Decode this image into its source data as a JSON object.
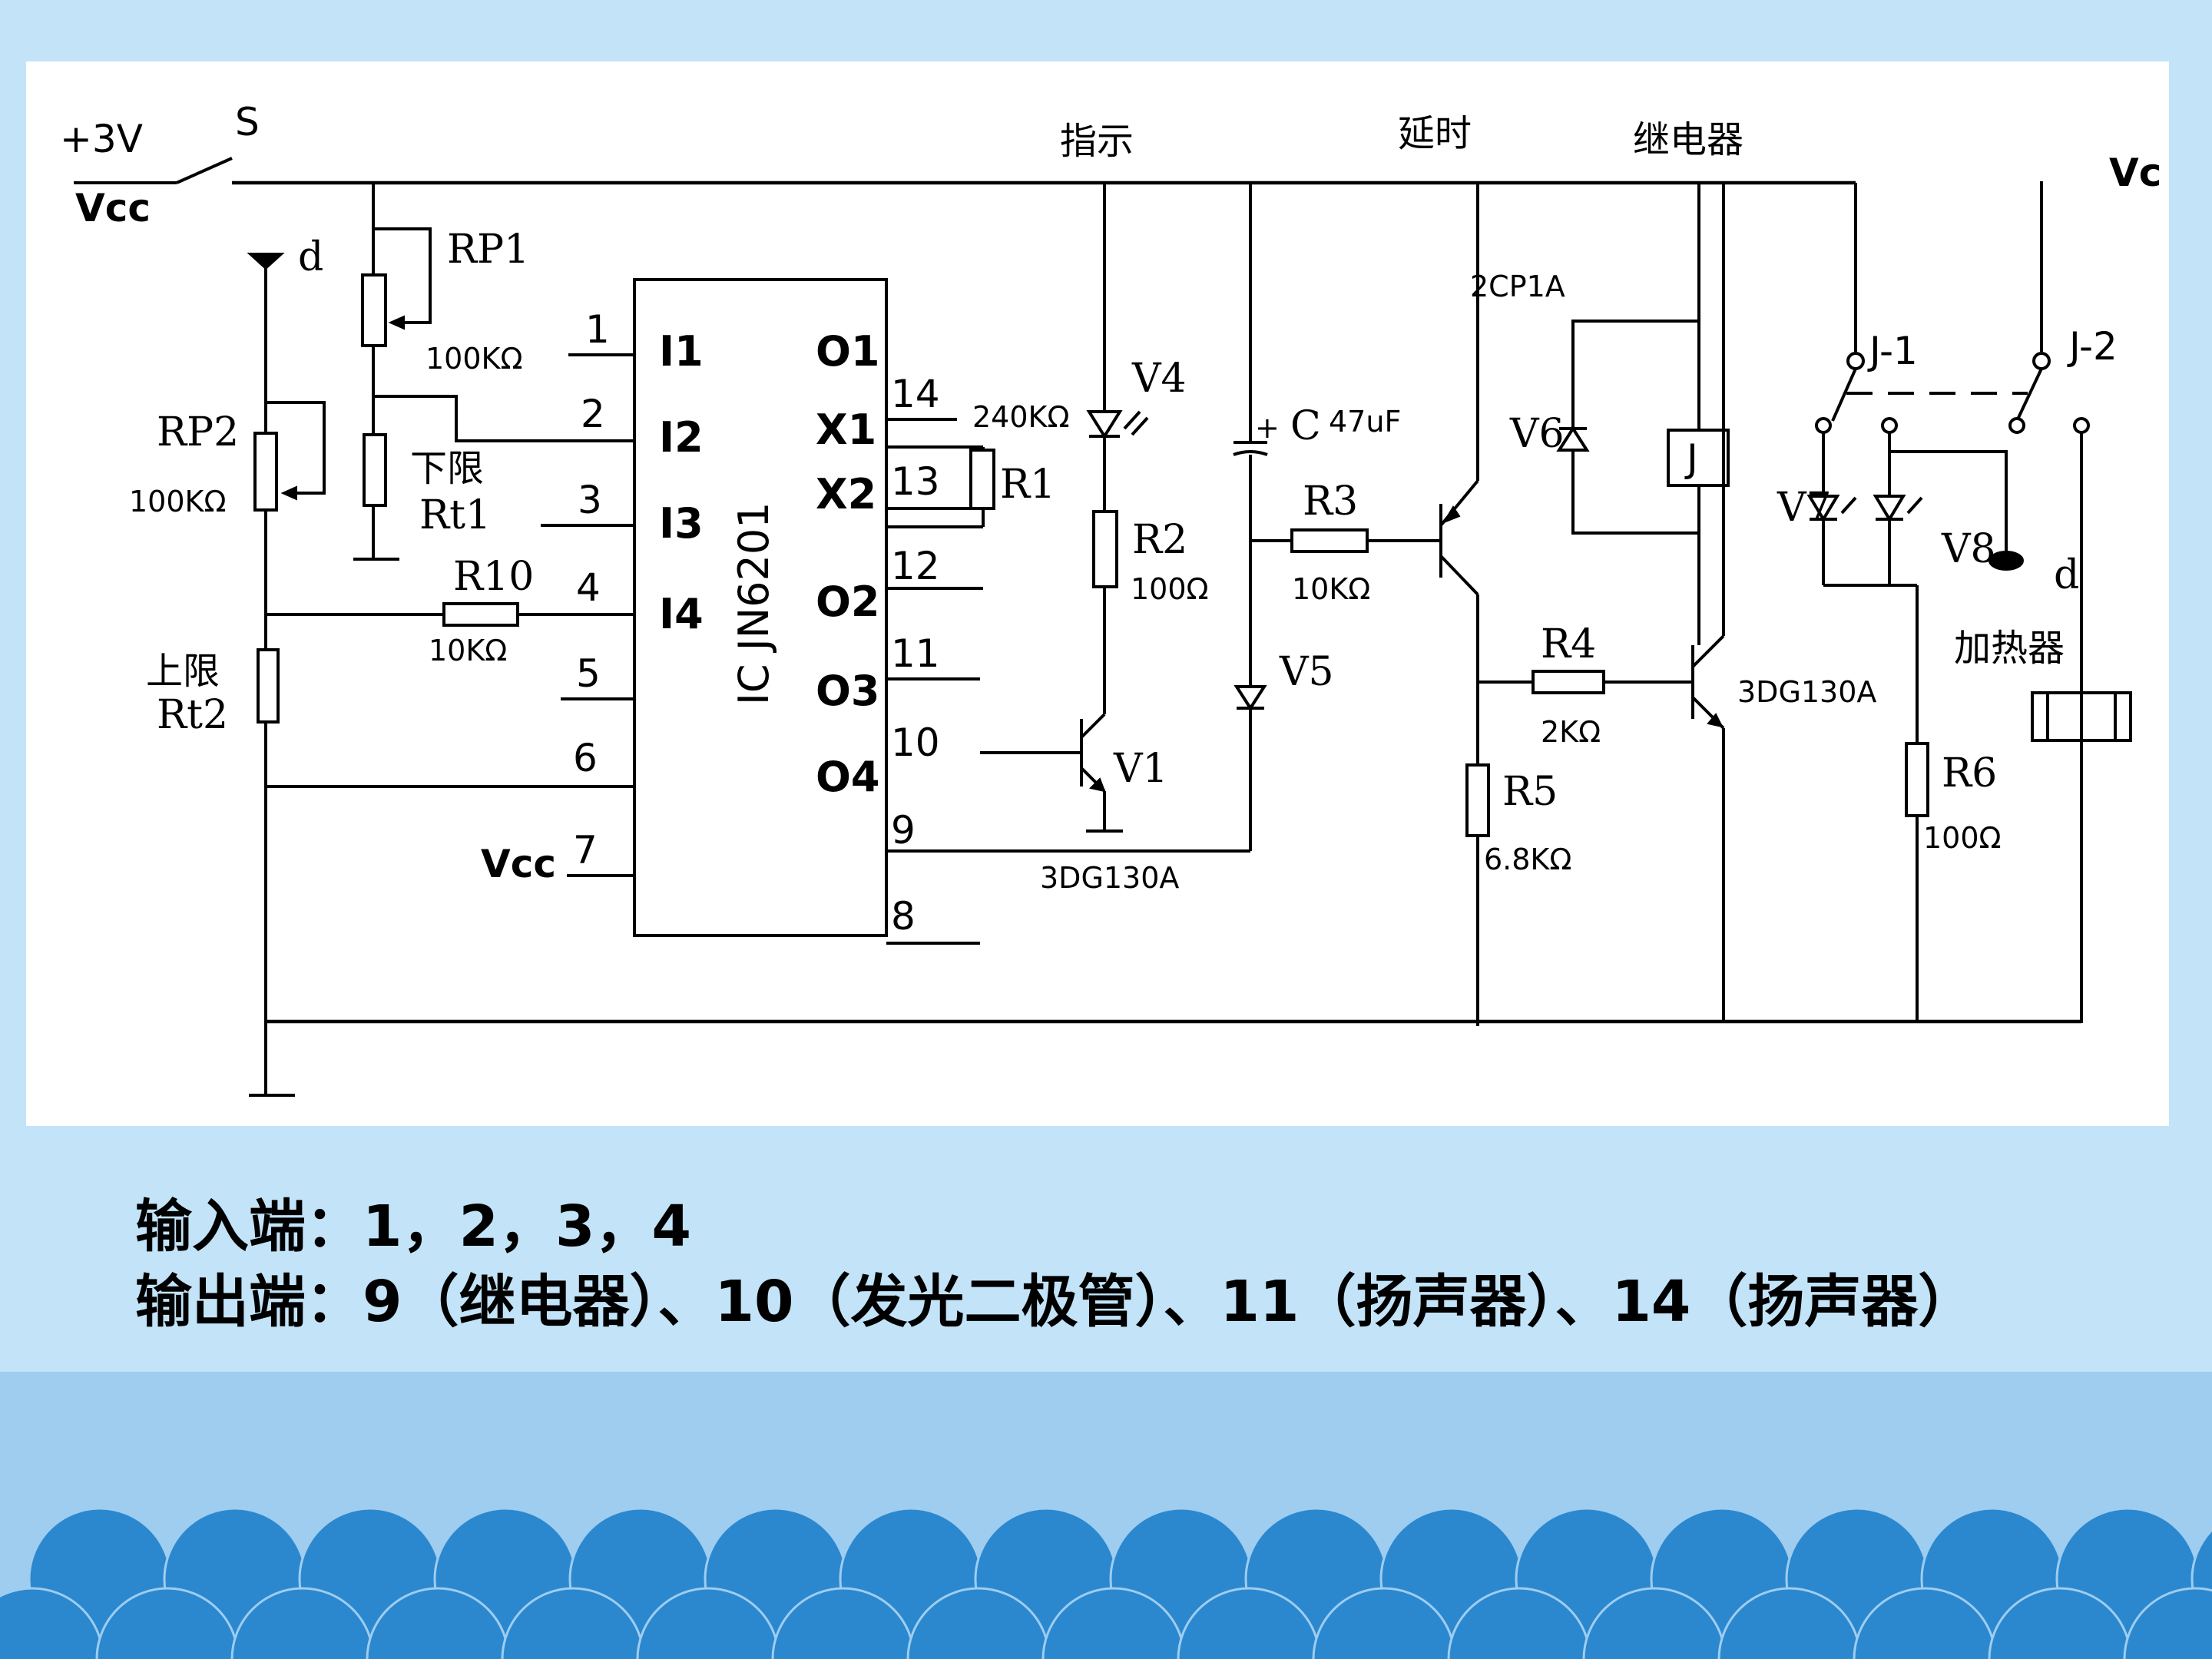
{
  "circuit": {
    "supply": {
      "plus3v": "+3V",
      "vcc": "Vcc",
      "switch": "S",
      "vc": "Vc"
    },
    "top_labels": {
      "indicate": "指示",
      "delay": "延时",
      "relay": "继电器"
    },
    "ic": {
      "name": "IC JN6201",
      "left_pins": [
        "1",
        "2",
        "3",
        "4",
        "5",
        "6",
        "7"
      ],
      "right_pins": [
        "14",
        "13",
        "12",
        "11",
        "10",
        "9",
        "8"
      ],
      "in_labels": [
        "I1",
        "I2",
        "I3",
        "I4"
      ],
      "out_labels": [
        "O1",
        "X1",
        "X2",
        "O2",
        "O3",
        "O4"
      ],
      "vcc_label": "Vcc"
    },
    "components": {
      "rp1": "RP1",
      "rp1_val": "100KΩ",
      "rp2": "RP2",
      "rp2_val": "100KΩ",
      "rt1_cn": "下限",
      "rt1": "Rt1",
      "rt2_cn": "上限",
      "rt2": "Rt2",
      "r10": "R10",
      "r10_val": "10KΩ",
      "d": "d",
      "v4": "V4",
      "r1": "R1",
      "r1_val": "240KΩ",
      "r2": "R2",
      "r2_val": "100Ω",
      "v1": "V1",
      "v1_type": "3DG130A",
      "c": "C",
      "c_val": "47uF",
      "v5": "V5",
      "r3": "R3",
      "r3_val": "10KΩ",
      "d2_type": "2CP1A",
      "v6": "V6",
      "relay_j": "J",
      "r4": "R4",
      "r4_val": "2KΩ",
      "r5": "R5",
      "r5_val": "6.8KΩ",
      "t2_type": "3DG130A",
      "j1": "J-1",
      "j2": "J-2",
      "v7": "V7",
      "v8": "V8",
      "d_right": "d",
      "heater": "加热器",
      "r6": "R6",
      "r6_val": "100Ω"
    }
  },
  "notes": {
    "line1": "输入端：1，2，3，4",
    "line2": "输出端：9（继电器）、10（发光二极管）、11（扬声器）、14（扬声器）"
  },
  "colors": {
    "background": "#c2e3f8",
    "footer_band": "#9ecdf0",
    "scallop": "#2b88cf"
  }
}
